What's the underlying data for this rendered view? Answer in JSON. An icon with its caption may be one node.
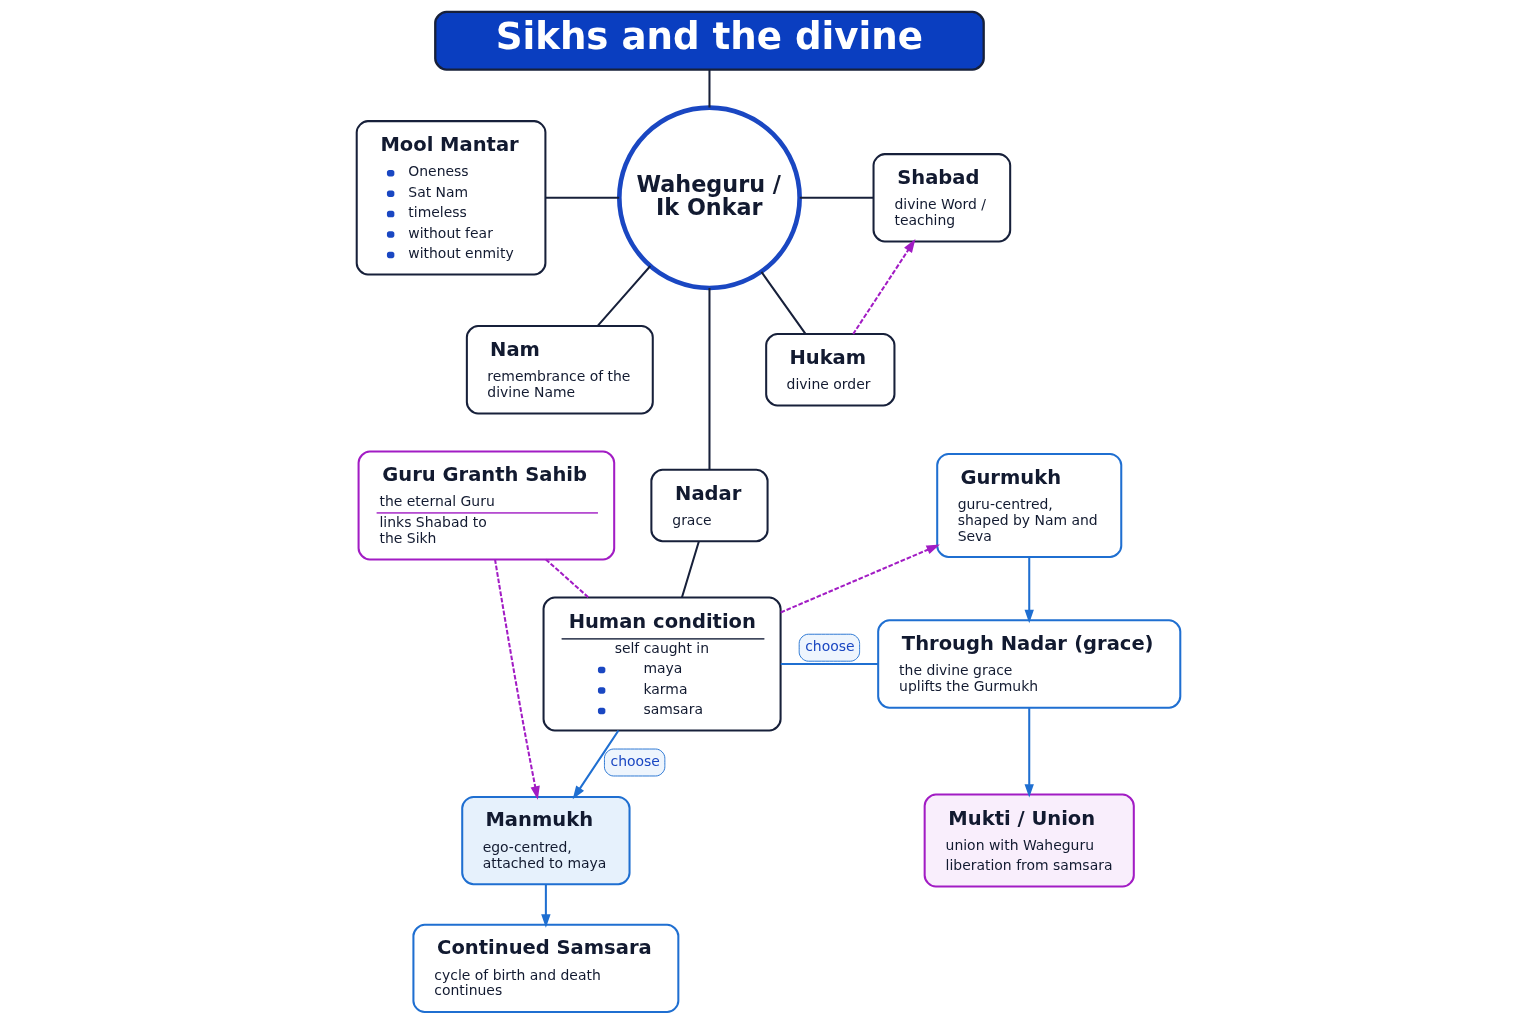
{
  "diagram": {
    "nodes": [
      {
        "text": [
          "Sikhs and the divine"
        ]
      },
      {
        "text": [
          "Mool Mantar",
          "Oneness",
          "Sat Nam",
          "timeless",
          "without fear",
          "without enmity"
        ]
      },
      {
        "text": [
          "Waheguru / Ik Onkar"
        ]
      },
      {
        "text": [
          "Shabad",
          "divine Word / teaching"
        ]
      },
      {
        "text": [
          "Nam",
          "remembrance of the divine Name"
        ]
      },
      {
        "text": [
          "Hukam",
          "divine order"
        ]
      },
      {
        "text": [
          "Guru Granth Sahib",
          "the eternal Guru",
          "links Shabad to the Sikh"
        ]
      },
      {
        "text": [
          "Nadar",
          "grace"
        ]
      },
      {
        "text": [
          "Gurmukh",
          "guru-centred, shaped by Nam and Seva"
        ]
      },
      {
        "text": [
          "Manmukh",
          "ego-centred, attached to maya"
        ]
      },
      {
        "text": [
          "Human condition",
          "self caught in",
          "maya",
          "karma",
          "samsara"
        ]
      },
      {
        "text": [
          "**Through Nadar** (grace)",
          "the divine grace uplifts the Gurmukh"
        ]
      },
      {
        "text": [
          "Continued Samsara",
          "cycle of birth and death continues"
        ]
      },
      {
        "text": [
          "Mukti / Union",
          "union with Waheguru",
          "liberation from samsara"
        ]
      }
    ],
    "edges": [
      {
        "from": 0,
        "to": 2,
        "arrow": "none"
      },
      {
        "from": 1,
        "to": 2,
        "arrow": "none"
      },
      {
        "from": 2,
        "to": 3,
        "arrow": "none"
      },
      {
        "from": 2,
        "to": 4,
        "arrow": "none"
      },
      {
        "from": 2,
        "to": 7,
        "arrow": "none"
      },
      {
        "from": 2,
        "to": 5,
        "arrow": "none"
      },
      {
        "from": 5,
        "to": 3,
        "arrow": "to",
        "style": "dashed",
        "color": "#a21cc4"
      },
      {
        "from": 6,
        "to": 9,
        "arrow": "to",
        "style": "dashed",
        "color": "#a21cc4"
      },
      {
        "from": 6,
        "to": 10,
        "arrow": "none",
        "style": "dashed",
        "color": "#a21cc4"
      },
      {
        "from": 7,
        "to": 10,
        "arrow": "none"
      },
      {
        "from": 10,
        "to": 8,
        "arrow": "to",
        "style": "dashed",
        "color": "#a21cc4"
      },
      {
        "from": 10,
        "to": 9,
        "arrow": "to",
        "label": "choose",
        "color": "#1f6fd1"
      },
      {
        "from": 10,
        "to": 11,
        "arrow": "none",
        "label": "choose",
        "color": "#1f6fd1"
      },
      {
        "from": 8,
        "to": 11,
        "arrow": "to",
        "color": "#1f6fd1"
      },
      {
        "from": 9,
        "to": 12,
        "arrow": "to",
        "color": "#1f6fd1"
      },
      {
        "from": 11,
        "to": 13,
        "arrow": "to",
        "color": "#1f6fd1"
      }
    ]
  }
}
